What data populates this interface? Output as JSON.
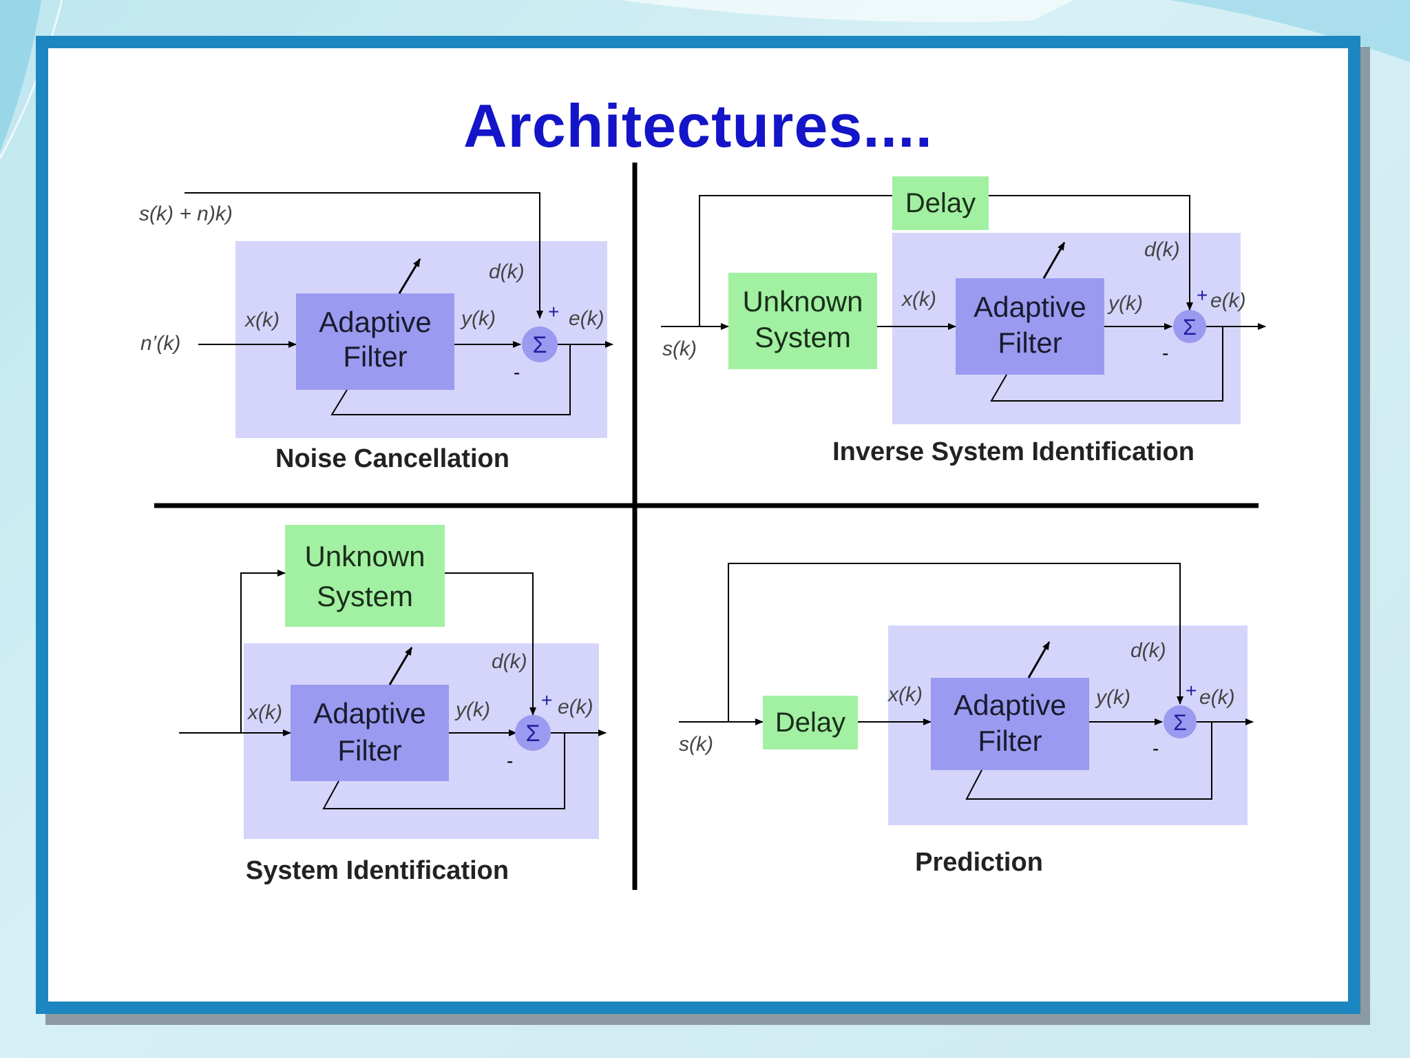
{
  "title": "Architectures....",
  "blocks": {
    "adaptive_filter_line1": "Adaptive",
    "adaptive_filter_line2": "Filter",
    "unknown_system_line1": "Unknown",
    "unknown_system_line2": "System",
    "delay": "Delay",
    "sum_symbol": "Σ",
    "plus": "+",
    "minus": "-"
  },
  "signals": {
    "x": "x(k)",
    "y": "y(k)",
    "d": "d(k)",
    "e": "e(k)",
    "s": "s(k)",
    "s_plus_n": "s(k) + n)k)",
    "n_prime": "n’(k)"
  },
  "panels": {
    "noise_cancellation": "Noise Cancellation",
    "inverse_system_identification": "Inverse System Identification",
    "system_identification": "System Identification",
    "prediction": "Prediction"
  },
  "colors": {
    "title": "#1414c8",
    "frame": "#1c86c0",
    "panel_bg": "#d5d5fb",
    "adaptive_filter": "#9a9af0",
    "unknown_block": "#a2f0a2",
    "sum_node": "#9a9af0"
  }
}
